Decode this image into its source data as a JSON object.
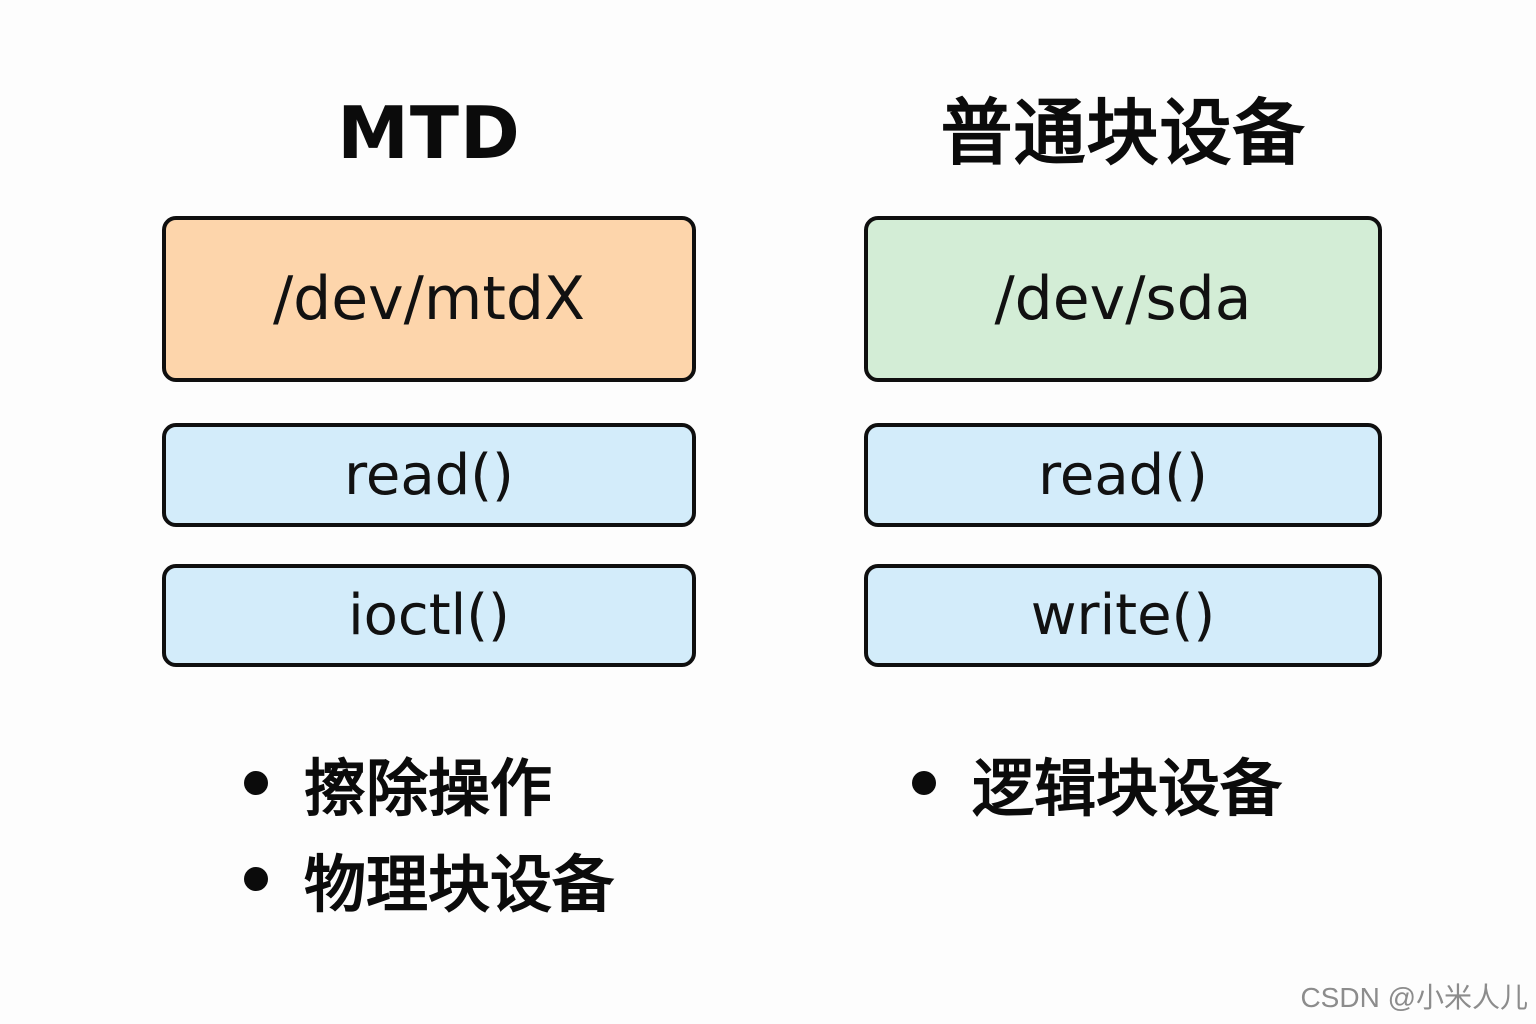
{
  "colors": {
    "mtd_device_fill": "#fdd5ab",
    "block_device_fill": "#d3edd6",
    "call_fill": "#d3ecfa",
    "border": "#0f0f0f"
  },
  "left": {
    "title": "MTD",
    "device_node": "/dev/mtdX",
    "calls": [
      "read()",
      "ioctl()"
    ],
    "features": [
      "擦除操作",
      "物理块设备"
    ]
  },
  "right": {
    "title": "普通块设备",
    "device_node": "/dev/sda",
    "calls": [
      "read()",
      "write()"
    ],
    "features": [
      "逻辑块设备"
    ]
  },
  "watermark": "CSDN @小米人儿"
}
